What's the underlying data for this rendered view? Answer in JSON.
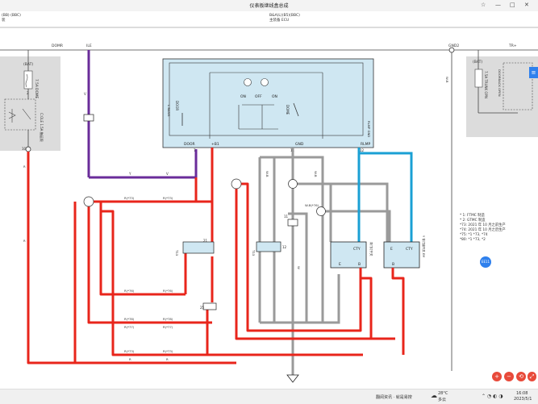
{
  "window": {
    "title": "仪表板继线盒总成",
    "controls": [
      "☆",
      "—",
      "□",
      "✕"
    ]
  },
  "breadcrumbs": {
    "left_line1": "(BB) (BBC)",
    "left_line2": "装",
    "right_line1": "B&A(L)(B5)(BBC)",
    "right_line2": "主装备 ECU"
  },
  "wire_labels": {
    "domr": "DOMR",
    "ile": "ILE",
    "gnd2": "GND2",
    "trplus": "TR+"
  },
  "left_fuse_box": {
    "bat": "(BAT)",
    "fuse": "7.5A DOME",
    "relay": "C:OLE 1.5A 拖延照",
    "pin_top": "1",
    "pin_mid": "2",
    "connector": "10"
  },
  "right_fuse_box": {
    "bat": "(BAT)",
    "fuse": "7.5A TRUNK OPN",
    "relay": "DOORBACK OPEN",
    "pin_top": "1",
    "pin_mid": "2"
  },
  "ecu_box": {
    "switch_on1": "ON",
    "switch_off": "OFF",
    "switch_on2": "ON",
    "door_label": "DOOR",
    "dome_label": "DOME",
    "vert_label1": "L BASIS",
    "vert_label2": "RLMP GND",
    "pin_door": "DOOR",
    "pin_b1": "+B1",
    "pin_gnd": "GND",
    "pin_rlmp": "RLMP",
    "num_7": "7",
    "num_9": "9",
    "num_11": "11",
    "num_12": "12"
  },
  "modules": {
    "left": {
      "cty": "CTY",
      "e": "E",
      "b": "B",
      "side": "背门灯开关"
    },
    "right": {
      "cty": "CTY",
      "e": "E",
      "b": "B",
      "side": "Y 背门锁开关 EM"
    }
  },
  "connectors": {
    "t1": "T13",
    "t1b": "T13",
    "n21": "21",
    "n25": "25",
    "n12": "12",
    "n11": "11"
  },
  "wire_tags": {
    "r73": "R(*73)",
    "r76": "R(*76)",
    "r77": "R(*77)",
    "r78": "R(*78)",
    "r": "R",
    "y": "Y",
    "w": "W",
    "wb": "W-B",
    "wb76": "W-B(*76)",
    "v": "V",
    "b": "B",
    "p": "P"
  },
  "notes": [
    "* 1: FTMC 制造",
    "* 2: GTMC 制造",
    "*73: 2021 年 10 月之前生产",
    "*74: 2021 年 10 月之后生产",
    "*75: *1 *73, *74",
    "*80: *1 *73, *2"
  ],
  "side_button": {
    "label": "≡"
  },
  "blue_circle": {
    "label": "EE11"
  },
  "zoom": {
    "in": "+",
    "out": "−",
    "reset": "⟲",
    "fit": "⤢"
  },
  "taskbar": {
    "search": "翻阅资讯 · 就是易搜",
    "weather_temp": "28°C",
    "weather_desc": "多云",
    "time": "16:08",
    "date": "2023/5/1"
  },
  "colors": {
    "red_wire": "#e8251b",
    "purple_wire": "#6a2c9a",
    "blue_wire": "#1aa0d4",
    "gray_wire": "#9a9a9a",
    "ecu_fill": "#cfe7f2",
    "fuse_fill": "#dcdcdc"
  }
}
